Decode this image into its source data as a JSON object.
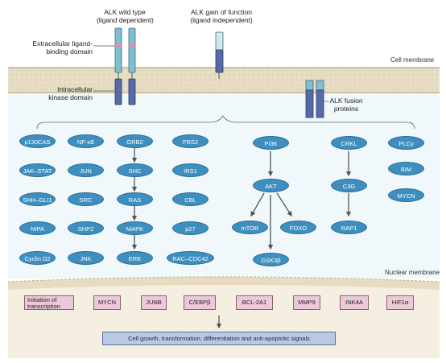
{
  "labels": {
    "alk_wild_type": "ALK wild type",
    "ligand_dependent": "(ligand dependent)",
    "alk_gain": "ALK gain of function",
    "ligand_independent": "(ligand independent)",
    "extracellular_1": "Extracellular ligand-",
    "extracellular_2": "binding domain",
    "intracellular_1": "Intracellular",
    "intracellular_2": "kinase domain",
    "fusion_1": "ALK fusion",
    "fusion_2": "proteins",
    "cell_membrane": "Cell membrane",
    "nuclear_membrane": "Nuclear membrane"
  },
  "nodes": {
    "p130cas": "p130CAS",
    "jak_stat": "JAK–STAT",
    "shh_gli1": "SHH–GLI1",
    "nipa": "NIPA",
    "cyclin_d2": "Cyclin D2",
    "nf_kb": "NF-κB",
    "jun": "JUN",
    "src": "SRC",
    "shp2": "SHP2",
    "jnk": "JNK",
    "grb2": "GRB2",
    "shc": "SHC",
    "ras": "RAS",
    "mapk": "MAPK",
    "erk": "ERK",
    "frs2": "FRS2",
    "irs1": "IRS1",
    "cbl": "CBL",
    "p27": "p27",
    "rac_cdc42": "RAC–CDC42",
    "pi3k": "PI3K",
    "akt": "AKT",
    "mtor": "mTOR",
    "foxo": "FOXO",
    "gsk3b": "GSK3β",
    "crkl": "CRKL",
    "c3g": "C3G",
    "rap1": "RAP1",
    "plcg": "PLCγ",
    "bim": "BIM",
    "mycn": "MYCN"
  },
  "genes": {
    "initiation_1": "Initiation of",
    "initiation_2": "transcription",
    "mycn": "MYCN",
    "junb": "JUNB",
    "cebpb": "C/EBPβ",
    "bcl2a1": "BCL-2A1",
    "mmp9": "MMP9",
    "ink4a": "INK4A",
    "hif1a": "HIF1α"
  },
  "outcome": "Cell growth, transformation, differentiation and anti-apoptotic signals",
  "colors": {
    "node_fill": "#3e8fbf",
    "gene_fill": "#ecc9d8",
    "outcome_fill": "#b9c8e4",
    "membrane": "#e6ddc4",
    "receptor_extracellular": "#7fbfcf",
    "receptor_intracellular": "#5769a8"
  }
}
